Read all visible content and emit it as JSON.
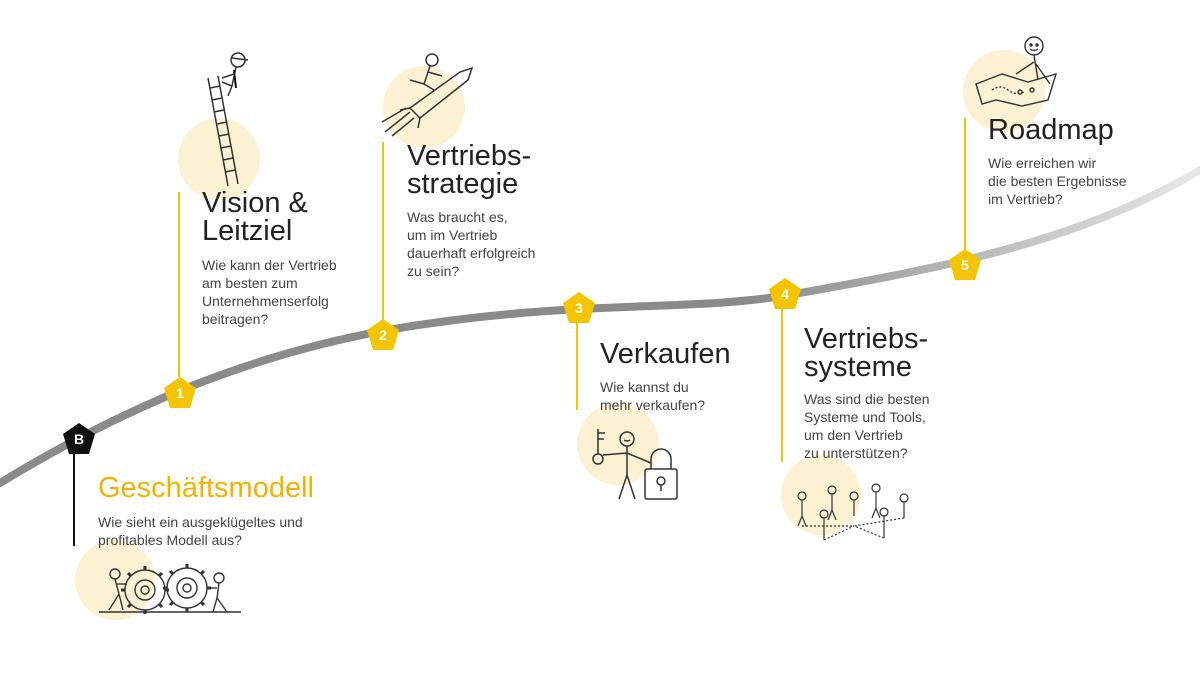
{
  "colors": {
    "accent": "#f5c400",
    "path": "#8c8c8c",
    "start_badge": "#111111",
    "blob": "#fdf1d3"
  },
  "steps": [
    {
      "badge": "B",
      "title": "Geschäftsmodell",
      "desc": "Wie sieht ein ausgeklügeltes und\nprofitables  Modell aus?",
      "icon": "gears-icon"
    },
    {
      "badge": "1",
      "title": "Vision &\nLeitziel",
      "desc": "Wie kann der Vertrieb\nam besten zum\nUnternehmenserfolg\nbeitragen?",
      "icon": "ladder-icon"
    },
    {
      "badge": "2",
      "title": "Vertriebs-\nstrategie",
      "desc": "Was braucht es,\num im Vertrieb\ndauerhaft erfolgreich\nzu sein?",
      "icon": "rocket-icon"
    },
    {
      "badge": "3",
      "title": "Verkaufen",
      "desc": "Wie kannst du\nmehr verkaufen?",
      "icon": "key-lock-icon"
    },
    {
      "badge": "4",
      "title": "Vertriebs-\nsysteme",
      "desc": "Was sind die besten\nSysteme und Tools,\num den Vertrieb\nzu unterstützen?",
      "icon": "network-icon"
    },
    {
      "badge": "5",
      "title": "Roadmap",
      "desc": "Wie erreichen wir\ndie besten Ergebnisse\nim Vertrieb?",
      "icon": "map-icon"
    }
  ]
}
